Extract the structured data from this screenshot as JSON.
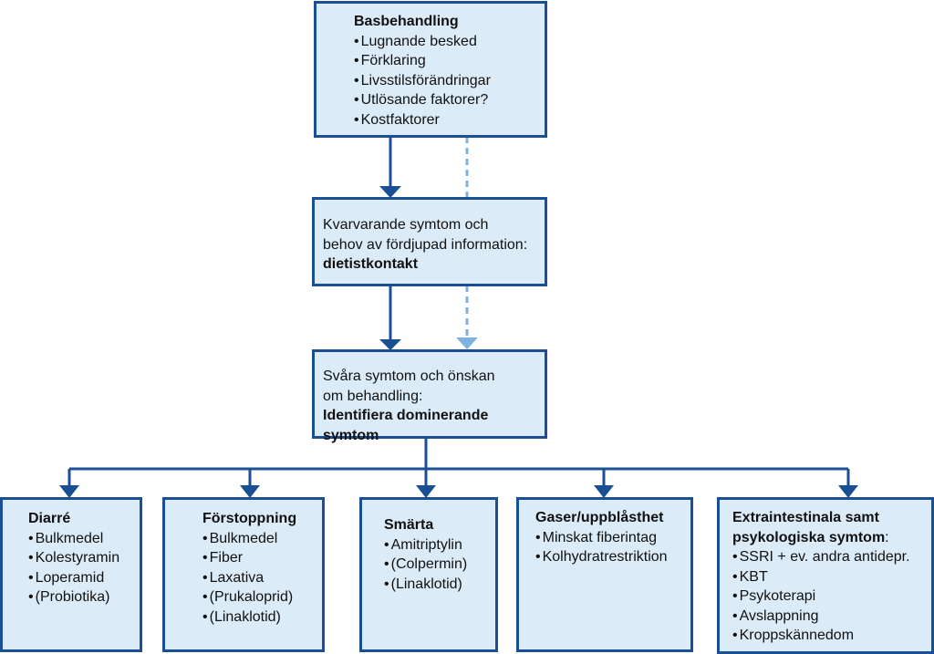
{
  "colors": {
    "box_fill": "#dcebf8",
    "border": "#1a4f93",
    "arrow": "#1a4f93",
    "dashed_arrow": "#7fb1e3"
  },
  "basbehandling": {
    "title": "Basbehandling",
    "items": [
      "Lugnande besked",
      "Förklaring",
      "Livsstilsförändringar",
      "Utlösande faktorer?",
      "Kostfaktorer"
    ]
  },
  "dietist": {
    "line1": "Kvarvarande symtom och",
    "line2": "behov av fördjupad information:",
    "bold": "dietistkontakt"
  },
  "svara": {
    "line1": "Svåra symtom och önskan",
    "line2": "om behandling:",
    "bold": "Identifiera dominerande symtom"
  },
  "diarre": {
    "title": "Diarré",
    "items": [
      "Bulkmedel",
      "Kolestyramin",
      "Loperamid",
      "(Probiotika)"
    ]
  },
  "forstoppning": {
    "title": "Förstoppning",
    "items": [
      "Bulkmedel",
      "Fiber",
      "Laxativa",
      "(Prukaloprid)",
      "(Linaklotid)"
    ]
  },
  "smarta": {
    "title": "Smärta",
    "items": [
      "Amitriptylin",
      "(Colpermin)",
      "(Linaklotid)"
    ]
  },
  "gaser": {
    "title": "Gaser/uppblåsthet",
    "items": [
      "Minskat fiberintag",
      "Kolhydratrestriktion"
    ]
  },
  "extra": {
    "title_line1": "Extraintestinala samt",
    "title_line2_bold": "psykologiska symtom",
    "title_line2_rest": ":",
    "items": [
      "SSRI + ev. andra antidepr.",
      "KBT",
      "Psykoterapi",
      "Avslappning",
      "Kroppskännedom"
    ]
  }
}
